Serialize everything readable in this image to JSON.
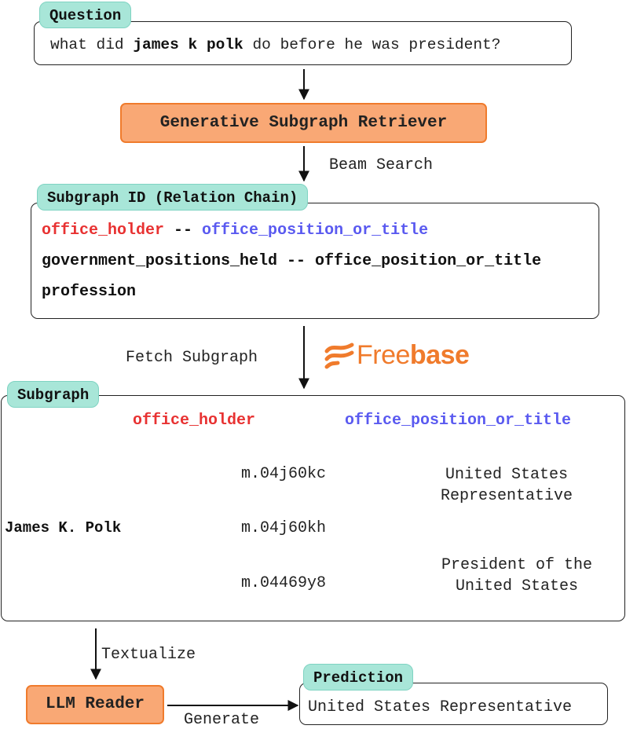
{
  "question": {
    "tag": "Question",
    "prefix": "what did ",
    "entity": "james k polk",
    "suffix": " do before he was president?"
  },
  "retriever": {
    "label": "Generative Subgraph Retriever"
  },
  "beam_search": "Beam Search",
  "subgraph_id": {
    "tag": "Subgraph ID (Relation Chain)",
    "line1_rel1": "office_holder",
    "line1_sep": " -- ",
    "line1_rel2": "office_position_or_title",
    "line2": "government_positions_held -- office_position_or_title",
    "line3": "profession"
  },
  "fetch_subgraph": "Fetch Subgraph",
  "freebase": {
    "prefix": "Free",
    "suffix": "base",
    "brand_color": "#f07b2c"
  },
  "subgraph": {
    "tag": "Subgraph",
    "legend_red": "office_holder",
    "legend_blue": "office_position_or_title",
    "subject": "James K. Polk",
    "cvt_nodes": [
      "m.04j60kc",
      "m.04j60kh",
      "m.04469y8"
    ],
    "object1_line1": "United States",
    "object1_line2": "Representative",
    "object2_line1": "President of the",
    "object2_line2": "United States"
  },
  "textualize": "Textualize",
  "reader": {
    "label": "LLM Reader"
  },
  "generate": "Generate",
  "prediction": {
    "tag": "Prediction",
    "value": "United States Representative"
  },
  "colors": {
    "red": "#e83232",
    "blue": "#5a5af0",
    "tag_bg": "#a8e6d8",
    "orange_bg": "#f9a875",
    "orange_border": "#f07b2c"
  }
}
